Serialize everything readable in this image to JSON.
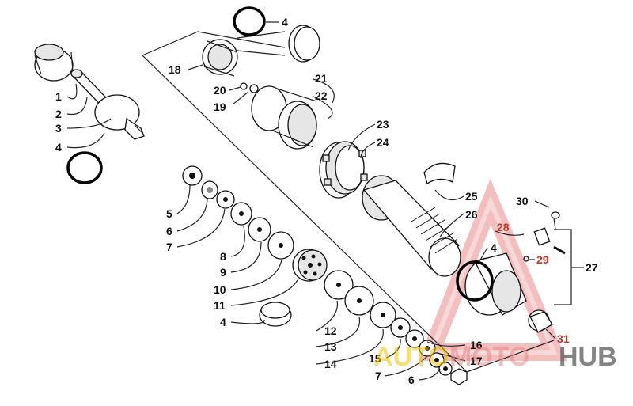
{
  "diagram": {
    "callouts": [
      {
        "id": "c4a",
        "text": "4"
      },
      {
        "id": "c18",
        "text": "18"
      },
      {
        "id": "c20",
        "text": "20"
      },
      {
        "id": "c19",
        "text": "19"
      },
      {
        "id": "c21",
        "text": "21"
      },
      {
        "id": "c22",
        "text": "22"
      },
      {
        "id": "c23",
        "text": "23"
      },
      {
        "id": "c24",
        "text": "24"
      },
      {
        "id": "c1",
        "text": "1"
      },
      {
        "id": "c2",
        "text": "2"
      },
      {
        "id": "c3",
        "text": "3"
      },
      {
        "id": "c4b",
        "text": "4"
      },
      {
        "id": "c5",
        "text": "5"
      },
      {
        "id": "c6a",
        "text": "6"
      },
      {
        "id": "c7a",
        "text": "7"
      },
      {
        "id": "c8",
        "text": "8"
      },
      {
        "id": "c9",
        "text": "9"
      },
      {
        "id": "c10",
        "text": "10"
      },
      {
        "id": "c11",
        "text": "11"
      },
      {
        "id": "c4c",
        "text": "4"
      },
      {
        "id": "c25",
        "text": "25"
      },
      {
        "id": "c26",
        "text": "26"
      },
      {
        "id": "c30",
        "text": "30"
      },
      {
        "id": "c28",
        "text": "28"
      },
      {
        "id": "c4d",
        "text": "4"
      },
      {
        "id": "c29",
        "text": "29"
      },
      {
        "id": "c27",
        "text": "27"
      },
      {
        "id": "c12",
        "text": "12"
      },
      {
        "id": "c13",
        "text": "13"
      },
      {
        "id": "c14",
        "text": "14"
      },
      {
        "id": "c15",
        "text": "15"
      },
      {
        "id": "c16",
        "text": "16"
      },
      {
        "id": "c17",
        "text": "17"
      },
      {
        "id": "c7b",
        "text": "7"
      },
      {
        "id": "c6b",
        "text": "6"
      },
      {
        "id": "c31",
        "text": "31"
      }
    ],
    "watermark": {
      "part1": "AUTO",
      "part2": "MOTO",
      "part3": "HUB"
    }
  }
}
